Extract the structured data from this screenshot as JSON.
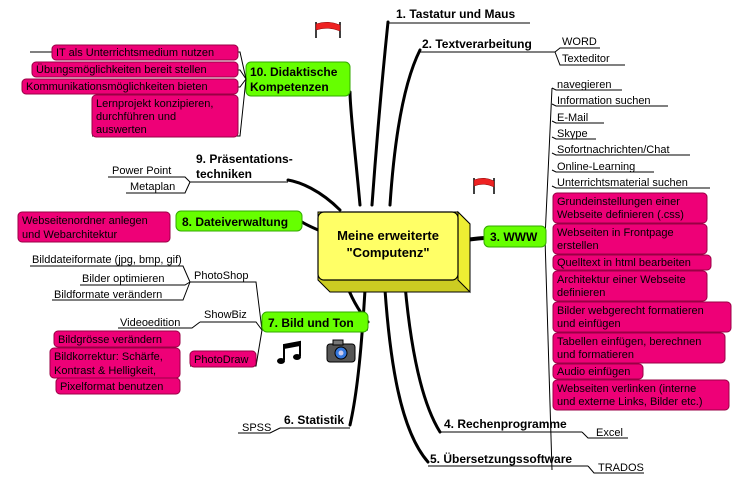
{
  "center": {
    "line1": "Meine erweiterte",
    "line2": "\"Computenz\""
  },
  "branches": {
    "b1": {
      "label": "1. Tastatur und Maus"
    },
    "b2": {
      "label": "2. Textverarbeitung",
      "items": [
        "WORD",
        "Texteditor"
      ]
    },
    "b3": {
      "label": "3. WWW",
      "plain_items": [
        "navegieren",
        "Information suchen",
        "E-Mail",
        "Skype",
        "Sofortnachrichten/Chat",
        "Online-Learning",
        "Unterrichtsmaterial suchen"
      ],
      "pink_items": [
        [
          "Grundeinstellungen einer",
          "Webseite definieren (.css)"
        ],
        [
          "Webseiten in Frontpage",
          "erstellen"
        ],
        [
          "Quelltext in html bearbeiten"
        ],
        [
          "Architektur einer Webseite",
          "definieren"
        ],
        [
          "Bilder webgerecht formatieren",
          "und einfügen"
        ],
        [
          "Tabellen einfügen, berechnen",
          "und formatieren"
        ],
        [
          "Audio einfügen"
        ],
        [
          "Webseiten verlinken (interne",
          "und externe Links, Bilder etc.)"
        ]
      ]
    },
    "b4": {
      "label": "4. Rechenprogramme",
      "items": [
        "Excel"
      ]
    },
    "b5": {
      "label": "5. Übersetzungssoftware",
      "items": [
        "TRADOS"
      ]
    },
    "b6": {
      "label": "6. Statistik",
      "items": [
        "SPSS"
      ]
    },
    "b7": {
      "label": "7. Bild und Ton",
      "photoshop": {
        "label": "PhotoShop",
        "items": [
          "Bilddateiformate (jpg, bmp, gif)",
          "Bilder optimieren",
          "Bildformate verändern"
        ]
      },
      "showbiz": {
        "label": "ShowBiz",
        "items": [
          "Videoedition"
        ]
      },
      "photodraw": {
        "label": "PhotoDraw",
        "items": [
          [
            "Bildgrösse verändern"
          ],
          [
            "Bildkorrektur: Schärfe,",
            "Kontrast & Helligkeit,"
          ],
          [
            "Pixelformat benutzen"
          ]
        ]
      }
    },
    "b8": {
      "label": "8. Dateiverwaltung",
      "items": [
        [
          "Webseitenordner anlegen",
          "und Webarchitektur"
        ]
      ]
    },
    "b9": {
      "label_line1": "9. Präsentations-",
      "label_line2": "techniken",
      "items": [
        "Power Point",
        "Metaplan"
      ]
    },
    "b10": {
      "label_line1": "10. Didaktische",
      "label_line2": "Kompetenzen",
      "items": [
        [
          "IT als Unterrichtsmedium nutzen"
        ],
        [
          "Übungsmöglichkeiten bereit stellen"
        ],
        [
          "Kommunikationsmöglichkeiten bieten"
        ],
        [
          "Lernprojekt konzipieren,",
          "durchführen und",
          "auswerten"
        ]
      ]
    }
  },
  "colors": {
    "green": "#66ff00",
    "pink": "#ee0077",
    "center_fill": "#ffff66",
    "center_side": "#eeee33"
  },
  "icons": [
    "flag-icon",
    "music-notes-icon",
    "camera-icon"
  ]
}
